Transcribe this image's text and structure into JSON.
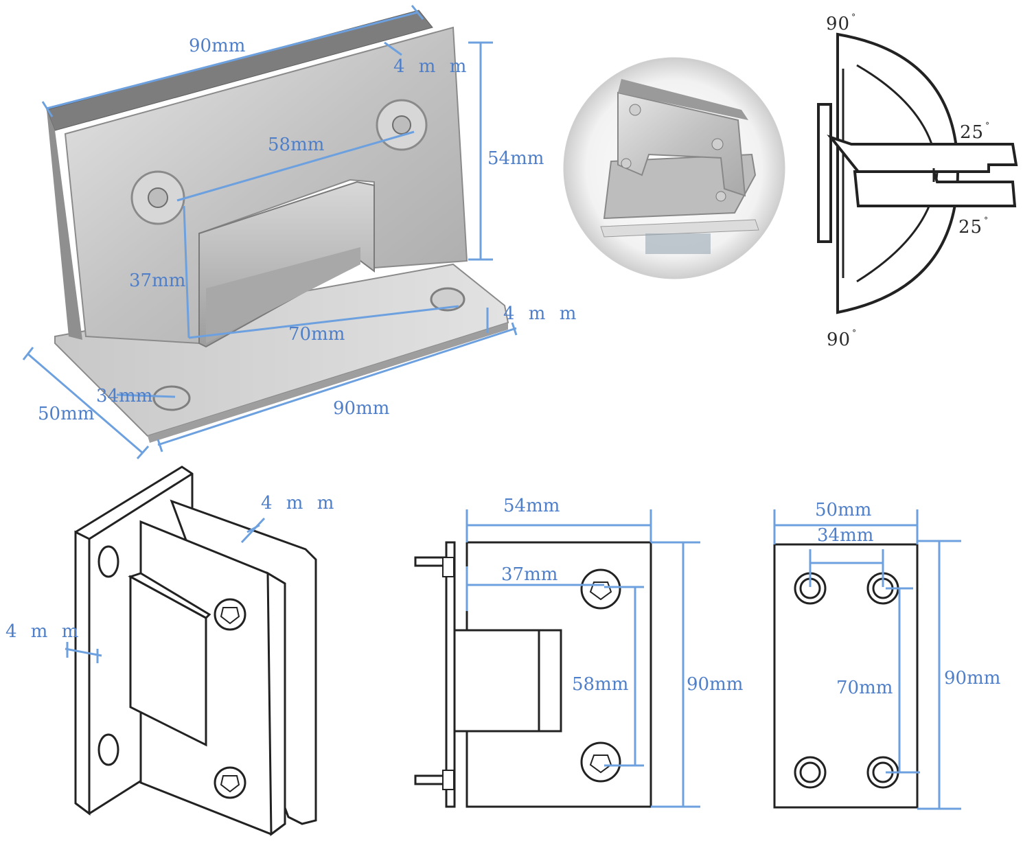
{
  "photo_view": {
    "top_width": "90mm",
    "top_glass": "4 m m",
    "hole_spacing": "58mm",
    "height": "54mm",
    "hinge_height": "37mm",
    "base_glass": "4 m m",
    "base_hole_spacing": "70mm",
    "base_inner": "34mm",
    "base_depth": "50mm",
    "base_width": "90mm"
  },
  "angle_view": {
    "top": "90",
    "upper": "25",
    "lower": "25",
    "bottom": "90",
    "degree_mark": "°"
  },
  "iso_view": {
    "glass_top": "4 m m",
    "plate_side": "4 m m"
  },
  "front_view": {
    "width": "54mm",
    "inner": "37mm",
    "hole_spacing": "58mm",
    "height": "90mm"
  },
  "back_view": {
    "width": "50mm",
    "inner": "34mm",
    "hole_spacing": "70mm",
    "height": "90mm"
  },
  "colors": {
    "dimension": "#4f7fc8",
    "outline": "#222222",
    "steel": "#c9c9c9"
  }
}
